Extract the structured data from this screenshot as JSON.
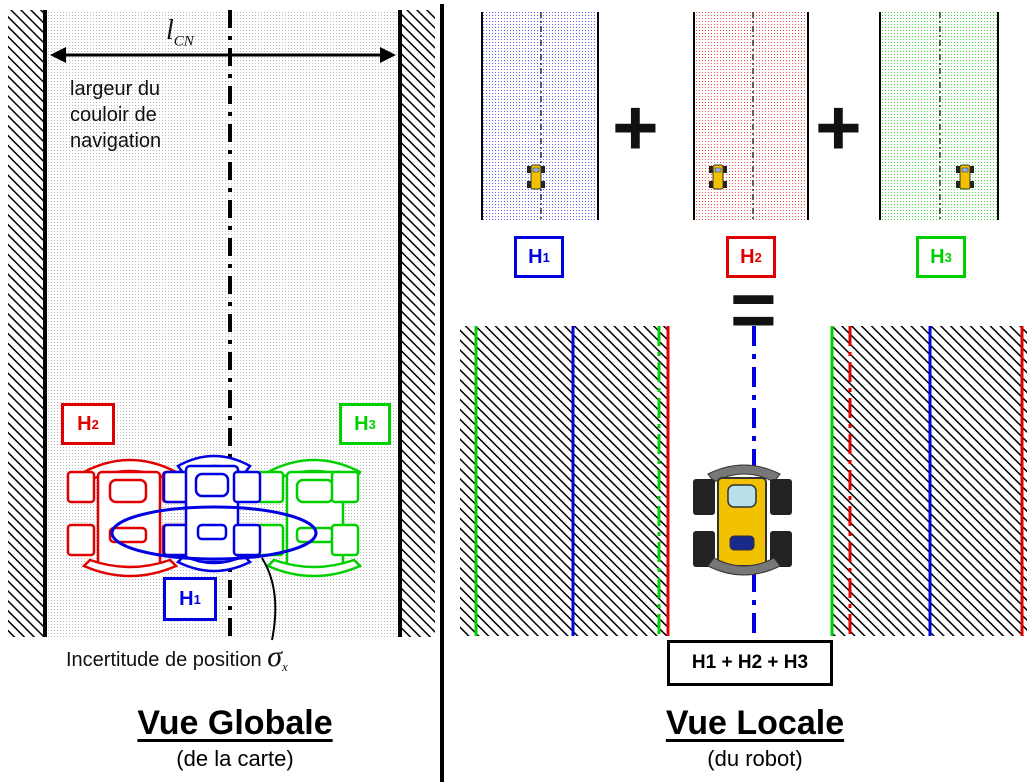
{
  "global_view": {
    "width_symbol": "l",
    "width_symbol_sub": "CN",
    "width_label_lines": [
      "largeur du",
      "couloir de",
      "navigation"
    ],
    "uncertainty_label": "Incertitude de position",
    "uncertainty_symbol": "σ",
    "uncertainty_symbol_sub": "x",
    "title": "Vue Globale",
    "subtitle": "(de la carte)",
    "hypotheses": [
      {
        "label": "H",
        "index": "1",
        "color": "#0000e0"
      },
      {
        "label": "H",
        "index": "2",
        "color": "#e00000"
      },
      {
        "label": "H",
        "index": "3",
        "color": "#00d000"
      }
    ]
  },
  "local_view": {
    "title": "Vue Locale",
    "subtitle": "(du robot)",
    "plus_sign": "+",
    "equals_sign": "=",
    "hypotheses": [
      {
        "label": "H",
        "index": "1",
        "color": "#0000e0"
      },
      {
        "label": "H",
        "index": "2",
        "color": "#e00000"
      },
      {
        "label": "H",
        "index": "3",
        "color": "#00d000"
      }
    ],
    "sum_label": "H1 + H2 + H3"
  },
  "colors": {
    "blue": "#0000e0",
    "red": "#e00000",
    "green": "#00d000",
    "black": "#000000"
  }
}
